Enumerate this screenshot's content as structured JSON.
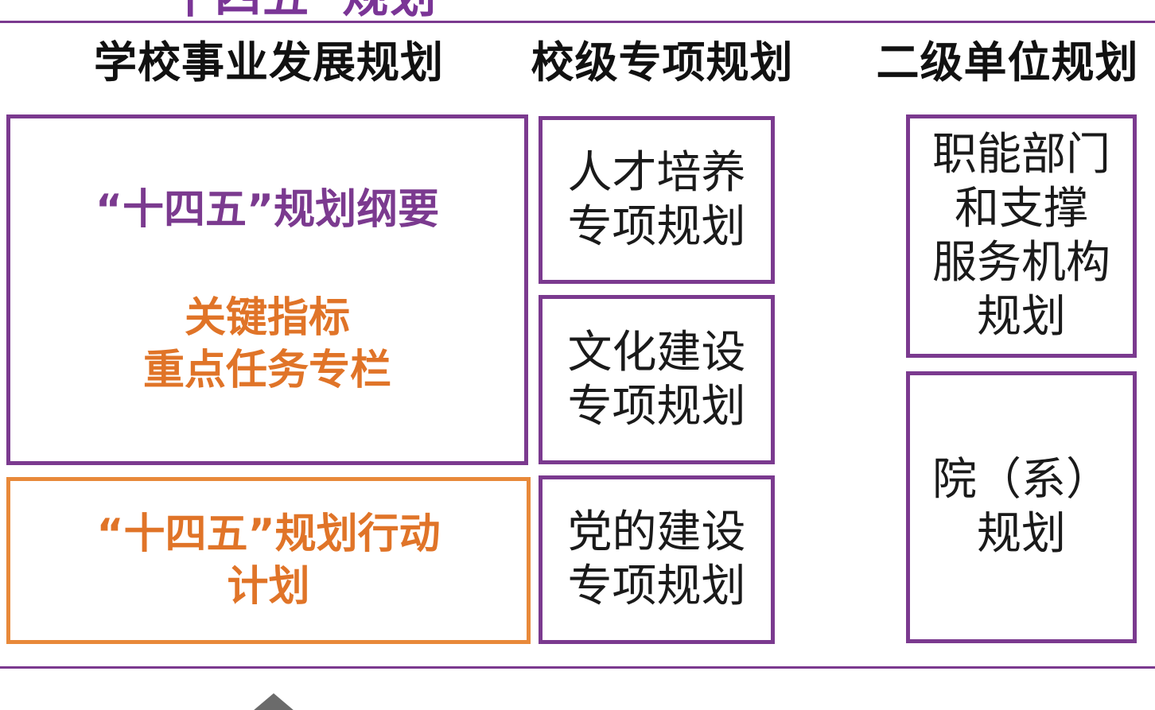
{
  "top_title": "“十四五”规划",
  "headers": {
    "school_plan": "学校事业发展规划",
    "special_plan": "校级专项规划",
    "unit_plan": "二级单位规划"
  },
  "school_plan": {
    "outline": "“十四五”规划纲要",
    "highlights": "关键指标\n重点任务专栏",
    "action_plan": "“十四五”规划行动\n计划"
  },
  "special_plans": [
    "人才培养\n专项规划",
    "文化建设\n专项规划",
    "党的建设\n专项规划"
  ],
  "unit_plans": [
    "职能部门\n和支撑\n服务机构\n规划",
    "院（系）\n规划"
  ],
  "colors": {
    "purple": "#7b3a8f",
    "orange": "#e8893a",
    "text": "#1a1a1a"
  }
}
